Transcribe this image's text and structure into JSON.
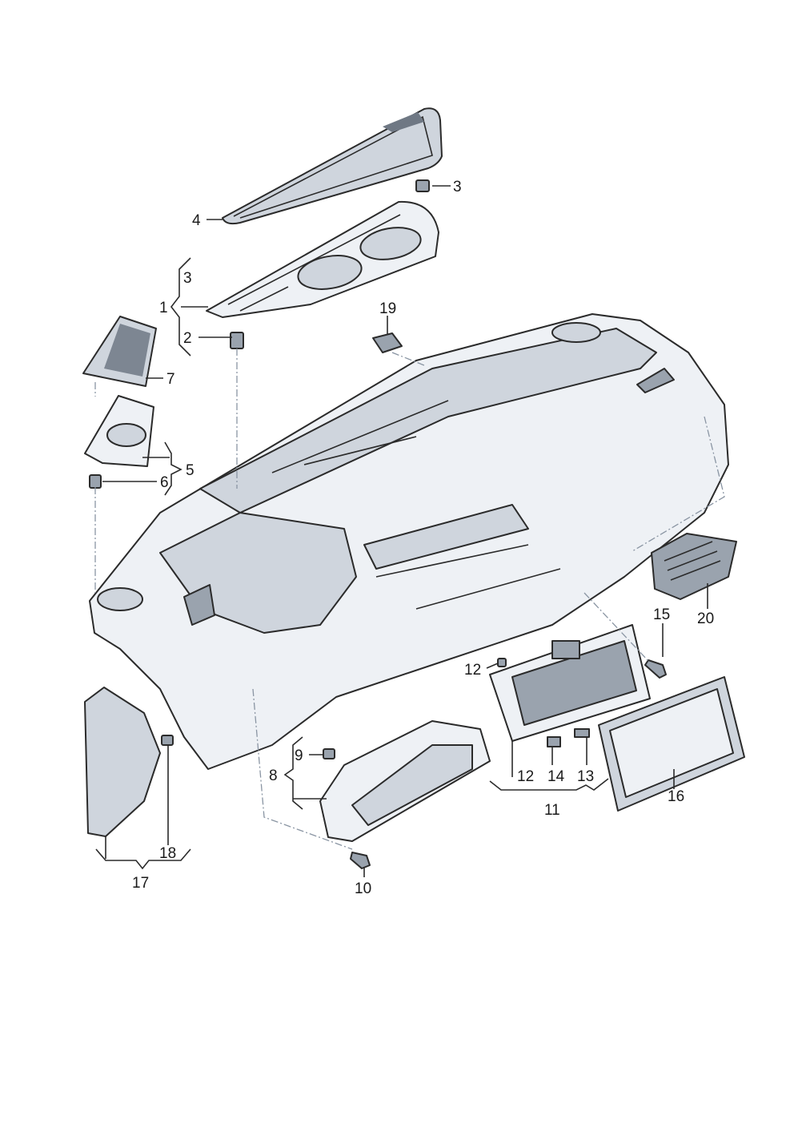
{
  "callouts": {
    "c1": "1",
    "c2": "2",
    "c3a": "3",
    "c3b": "3",
    "c4": "4",
    "c5": "5",
    "c6": "6",
    "c7": "7",
    "c8": "8",
    "c9": "9",
    "c10": "10",
    "c11": "11",
    "c12a": "12",
    "c12b": "12",
    "c13": "13",
    "c14": "14",
    "c15": "15",
    "c16": "16",
    "c17": "17",
    "c18": "18",
    "c19": "19",
    "c20": "20"
  }
}
